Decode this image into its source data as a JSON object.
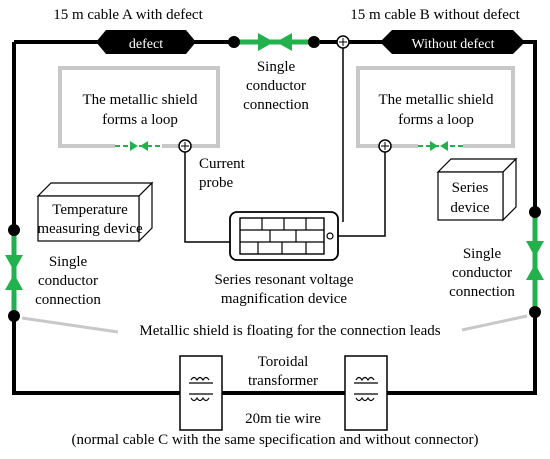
{
  "labels": {
    "cable_a": "15 m cable A with defect",
    "cable_b": "15 m cable B without defect",
    "defect_tag": "defect",
    "without_defect_tag": "Without defect",
    "single_conductor_top": [
      "Single",
      "conductor",
      "connection"
    ],
    "shield_loop_left": [
      "The metallic shield",
      "forms a loop"
    ],
    "shield_loop_right": [
      "The metallic shield",
      "forms a loop"
    ],
    "current_probe": [
      "Current",
      "probe"
    ],
    "temperature_device": [
      "Temperature",
      "measuring device"
    ],
    "series_device": [
      "Series",
      "device"
    ],
    "single_conductor_left": [
      "Single",
      "conductor",
      "connection"
    ],
    "single_conductor_right": [
      "Single",
      "conductor",
      "connection"
    ],
    "resonant_device": [
      "Series resonant voltage",
      "magnification device"
    ],
    "shield_floating": "Metallic shield is floating for the connection leads",
    "toroidal": [
      "Toroidal",
      "transformer"
    ],
    "tie_wire": "20m tie wire",
    "cable_c": "(normal cable C with the same specification and without connector)"
  },
  "colors": {
    "conductor": "#000000",
    "connector_green": "#22b14c",
    "shield_gray": "#c8c8c8",
    "tag_fill": "#000000",
    "tag_text": "#ffffff"
  },
  "icons": [
    "current-probe-icon",
    "transformer-icon",
    "box-icon"
  ]
}
